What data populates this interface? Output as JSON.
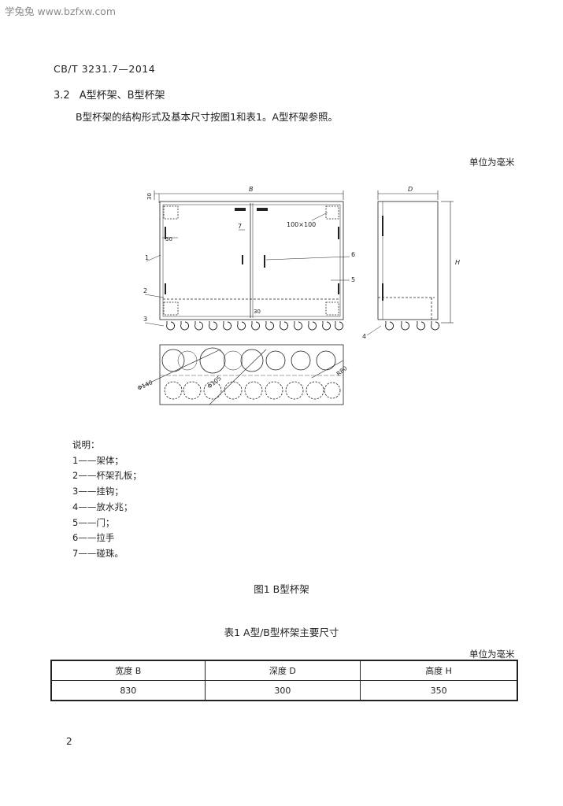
{
  "watermark": "学兔兔 www.bzfxw.com",
  "doc": {
    "standard_no": "CB/T 3231.7—2014",
    "section_num": "3.2",
    "section_title": "A型杯架、B型杯架",
    "paragraph": "B型杯架的结构形式及基本尺寸按图1和表1。A型杯架参照。",
    "unit_label": "单位为毫米",
    "figure_labels": {
      "dim_30_top": "30",
      "dim_B": "B",
      "dim_D": "D",
      "dim_H": "H",
      "dim_30_left": "30",
      "dim_30_bottom": "30",
      "dim_100": "100×100",
      "dim_phi140": "Φ140",
      "dim_phi105": "Φ105",
      "dim_r80": "R80",
      "c1": "1",
      "c2": "2",
      "c3": "3",
      "c4": "4",
      "c5": "5",
      "c6": "6",
      "c7": "7"
    },
    "legend_title": "说明：",
    "legend_items": [
      "1——架体；",
      "2——杯架孔板；",
      "3——挂钩；",
      "4——放水兆；",
      "5——门；",
      "6——拉手",
      "7——碰珠。"
    ],
    "figure_caption": "图1  B型杯架",
    "table_title": "表1  A型/B型杯架主要尺寸",
    "table_unit": "单位为毫米",
    "table": {
      "headers": [
        "宽度 B",
        "深度 D",
        "高度 H"
      ],
      "values": [
        "830",
        "300",
        "350"
      ]
    },
    "page_number": "2"
  }
}
